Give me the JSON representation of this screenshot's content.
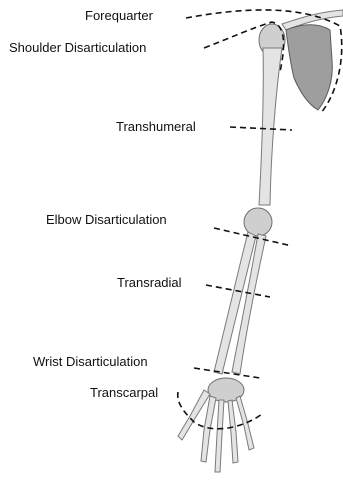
{
  "labels": {
    "forequarter": "Forequarter",
    "shoulder": "Shoulder Disarticulation",
    "transhumeral": "Transhumeral",
    "elbow": "Elbow Disarticulation",
    "transradial": "Transradial",
    "wrist": "Wrist Disarticulation",
    "transcarpal": "Transcarpal"
  },
  "colors": {
    "bone": "#e4e4e4",
    "bone_outline": "#7a7a7a",
    "scapula": "#9e9e9e",
    "cut_line": "#111111"
  }
}
